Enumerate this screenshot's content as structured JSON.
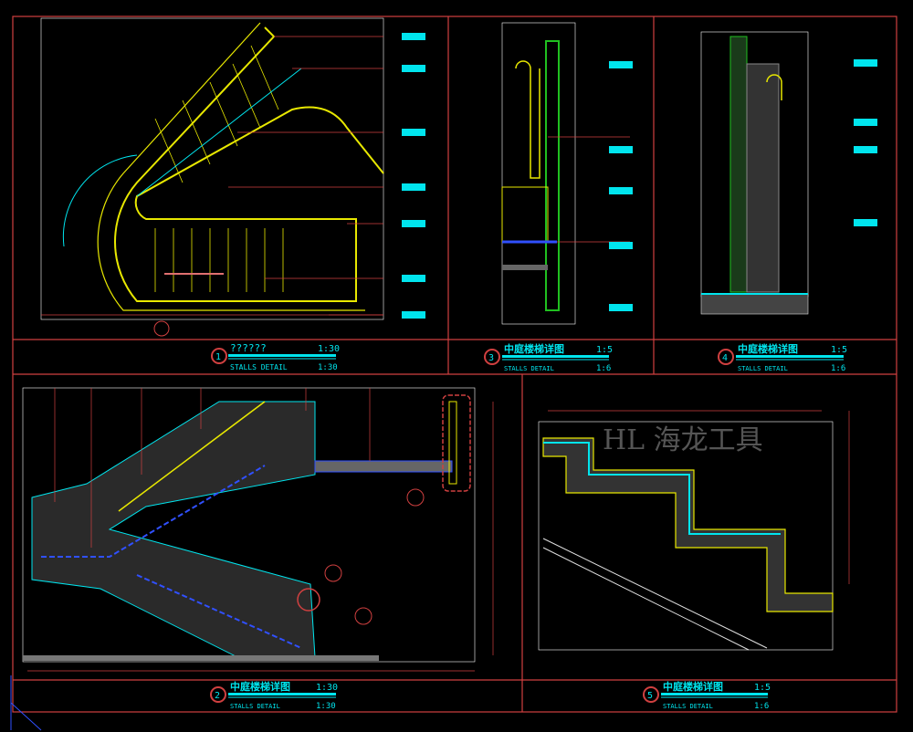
{
  "colors": {
    "frame": "#d04040",
    "title": "#00e5ee",
    "yellow": "#e8e800",
    "green": "#20c020",
    "blue": "#3050ff",
    "white": "#e0e0e0"
  },
  "watermark": "HL 海龙工具",
  "details": [
    {
      "number": "1",
      "title": "??????",
      "scale_top": "1:30",
      "subtitle": "STALLS  DETAIL",
      "scale_bottom": "1:30"
    },
    {
      "number": "3",
      "title": "中庭楼梯详图",
      "scale_top": "1:5",
      "subtitle": "STALLS  DETAIL",
      "scale_bottom": "1:6"
    },
    {
      "number": "4",
      "title": "中庭楼梯详图",
      "scale_top": "1:5",
      "subtitle": "STALLS  DETAIL",
      "scale_bottom": "1:6"
    },
    {
      "number": "2",
      "title": "中庭楼梯详图",
      "scale_top": "1:30",
      "subtitle": "STALLS  DETAIL",
      "scale_bottom": "1:30"
    },
    {
      "number": "5",
      "title": "中庭楼梯详图",
      "scale_top": "1:5",
      "subtitle": "STALLS  DETAIL",
      "scale_bottom": "1:6"
    }
  ]
}
